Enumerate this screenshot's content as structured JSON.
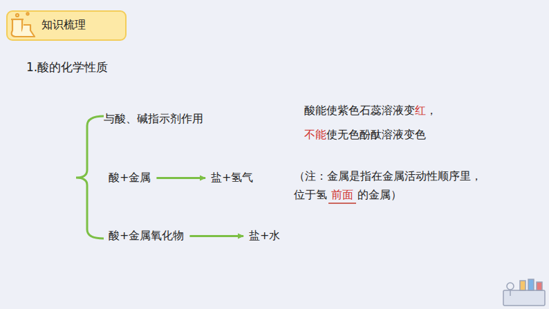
{
  "diagram": {
    "title": "1.酸的化学性质",
    "nodes": [
      {
        "text": [
          "知识梳理"
        ]
      },
      {
        "text": [
          "酸+金属"
        ]
      },
      {
        "text": [
          "盐+氢气"
        ]
      },
      {
        "text": [
          "酸+金属氧化物"
        ]
      },
      {
        "text": [
          "盐+水"
        ]
      }
    ],
    "edges": [
      {
        "from": 1,
        "to": 2,
        "arrow": "to"
      },
      {
        "from": 3,
        "to": 4,
        "arrow": "to"
      }
    ],
    "labels": [
      "与酸、碱指示剂作用",
      "酸能使紫色石蕊溶液变",
      "红",
      "，",
      "不能",
      "使无色酚酞溶液变色",
      "（注：金属是指在金属活动性顺序里，",
      "位于氢",
      "前面",
      "的金属）"
    ]
  }
}
